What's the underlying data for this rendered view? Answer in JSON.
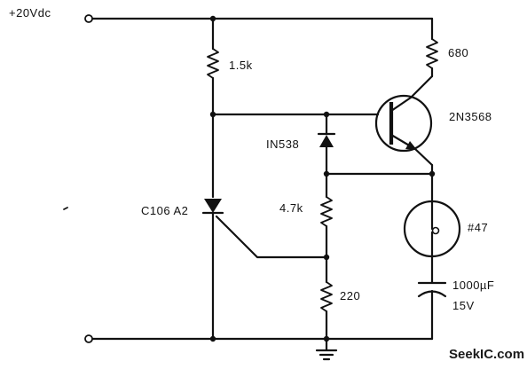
{
  "supply": {
    "label": "+20Vdc"
  },
  "components": {
    "r_top": {
      "label": "1.5k"
    },
    "r_collector": {
      "label": "680"
    },
    "transistor": {
      "label": "2N3568"
    },
    "diode": {
      "label": "IN538"
    },
    "r_mid": {
      "label": "4.7k"
    },
    "scr": {
      "label": "C106 A2"
    },
    "lamp": {
      "label": "#47"
    },
    "capacitor": {
      "label_value": "1000µF",
      "label_voltage": "15V"
    },
    "r_bottom": {
      "label": "220"
    }
  },
  "watermark": {
    "text": "SeekIC.com"
  }
}
